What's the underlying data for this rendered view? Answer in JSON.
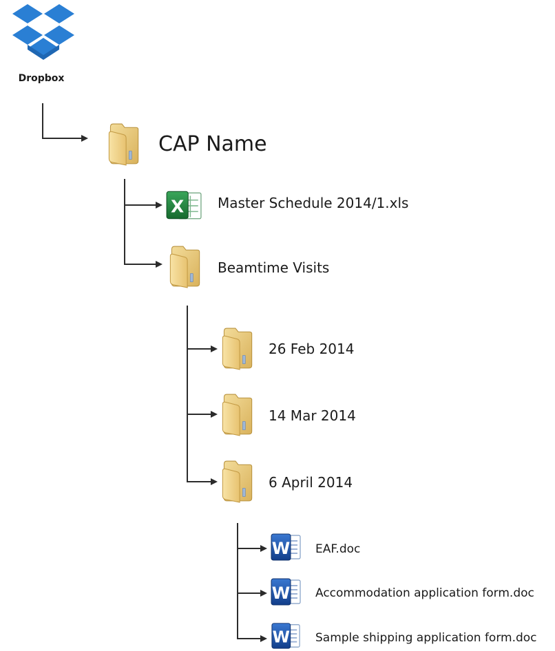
{
  "root": {
    "logo_text": "Dropbox",
    "icon": "dropbox-icon"
  },
  "tree": {
    "cap_folder": {
      "label": "CAP Name",
      "icon": "folder-icon"
    },
    "master_schedule": {
      "label": "Master Schedule 2014/1.xls",
      "icon": "excel-file-icon"
    },
    "beamtime_folder": {
      "label": "Beamtime Visits",
      "icon": "folder-icon"
    },
    "visits": [
      {
        "label": "26 Feb 2014",
        "icon": "folder-icon"
      },
      {
        "label": "14 Mar 2014",
        "icon": "folder-icon"
      },
      {
        "label": "6 April 2014",
        "icon": "folder-icon"
      }
    ],
    "documents": [
      {
        "label": "EAF.doc",
        "icon": "word-file-icon"
      },
      {
        "label": "Accommodation application form.doc",
        "icon": "word-file-icon"
      },
      {
        "label": "Sample shipping application form.doc",
        "icon": "word-file-icon"
      }
    ]
  },
  "colors": {
    "dropbox_blue": "#2a7fd4",
    "folder_tan": "#e8c77c",
    "excel_green": "#1f7a3a",
    "word_blue": "#1d56b0",
    "connector": "#2b2b2b"
  }
}
